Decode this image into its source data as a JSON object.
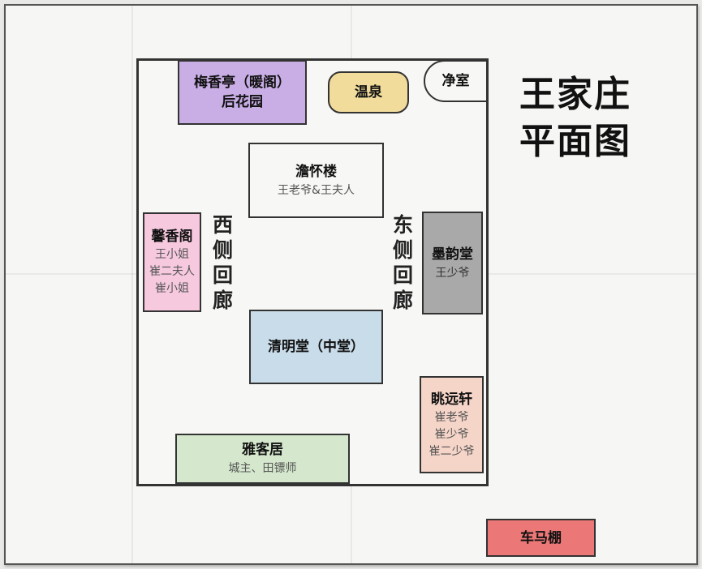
{
  "map": {
    "title_line1": "王家庄",
    "title_line2": "平面图",
    "colors": {
      "paper": "#f6f6f4",
      "purple": "#c9aee6",
      "yellow": "#f1dc9c",
      "pink": "#f6c9df",
      "gray": "#a9a9a9",
      "blue": "#c9dce9",
      "green": "#d5e8cd",
      "peach": "#f6d5c9",
      "red": "#ec7777"
    },
    "rooms": {
      "meixiang": {
        "name": "梅香亭（暖阁）",
        "sub": "后花园"
      },
      "wenquan": {
        "name": "温泉"
      },
      "jingshi": {
        "name": "净室"
      },
      "zhanhuai": {
        "name": "澹怀楼",
        "occupants": "王老爷&王夫人"
      },
      "xinxiang": {
        "name": "馨香阁",
        "occupants": [
          "王小姐",
          "崔二夫人",
          "崔小姐"
        ]
      },
      "moyun": {
        "name": "墨韵堂",
        "occupants": "王少爷"
      },
      "qingming": {
        "name": "清明堂（中堂）"
      },
      "tiaoyuan": {
        "name": "眺远轩",
        "occupants": [
          "崔老爷",
          "崔少爷",
          "崔二少爷"
        ]
      },
      "yake": {
        "name": "雅客居",
        "occupants": "城主、田镖师"
      },
      "chemapeng": {
        "name": "车马棚"
      }
    },
    "corridors": {
      "west": [
        "西",
        "侧",
        "回",
        "廊"
      ],
      "east": [
        "东",
        "侧",
        "回",
        "廊"
      ]
    }
  }
}
